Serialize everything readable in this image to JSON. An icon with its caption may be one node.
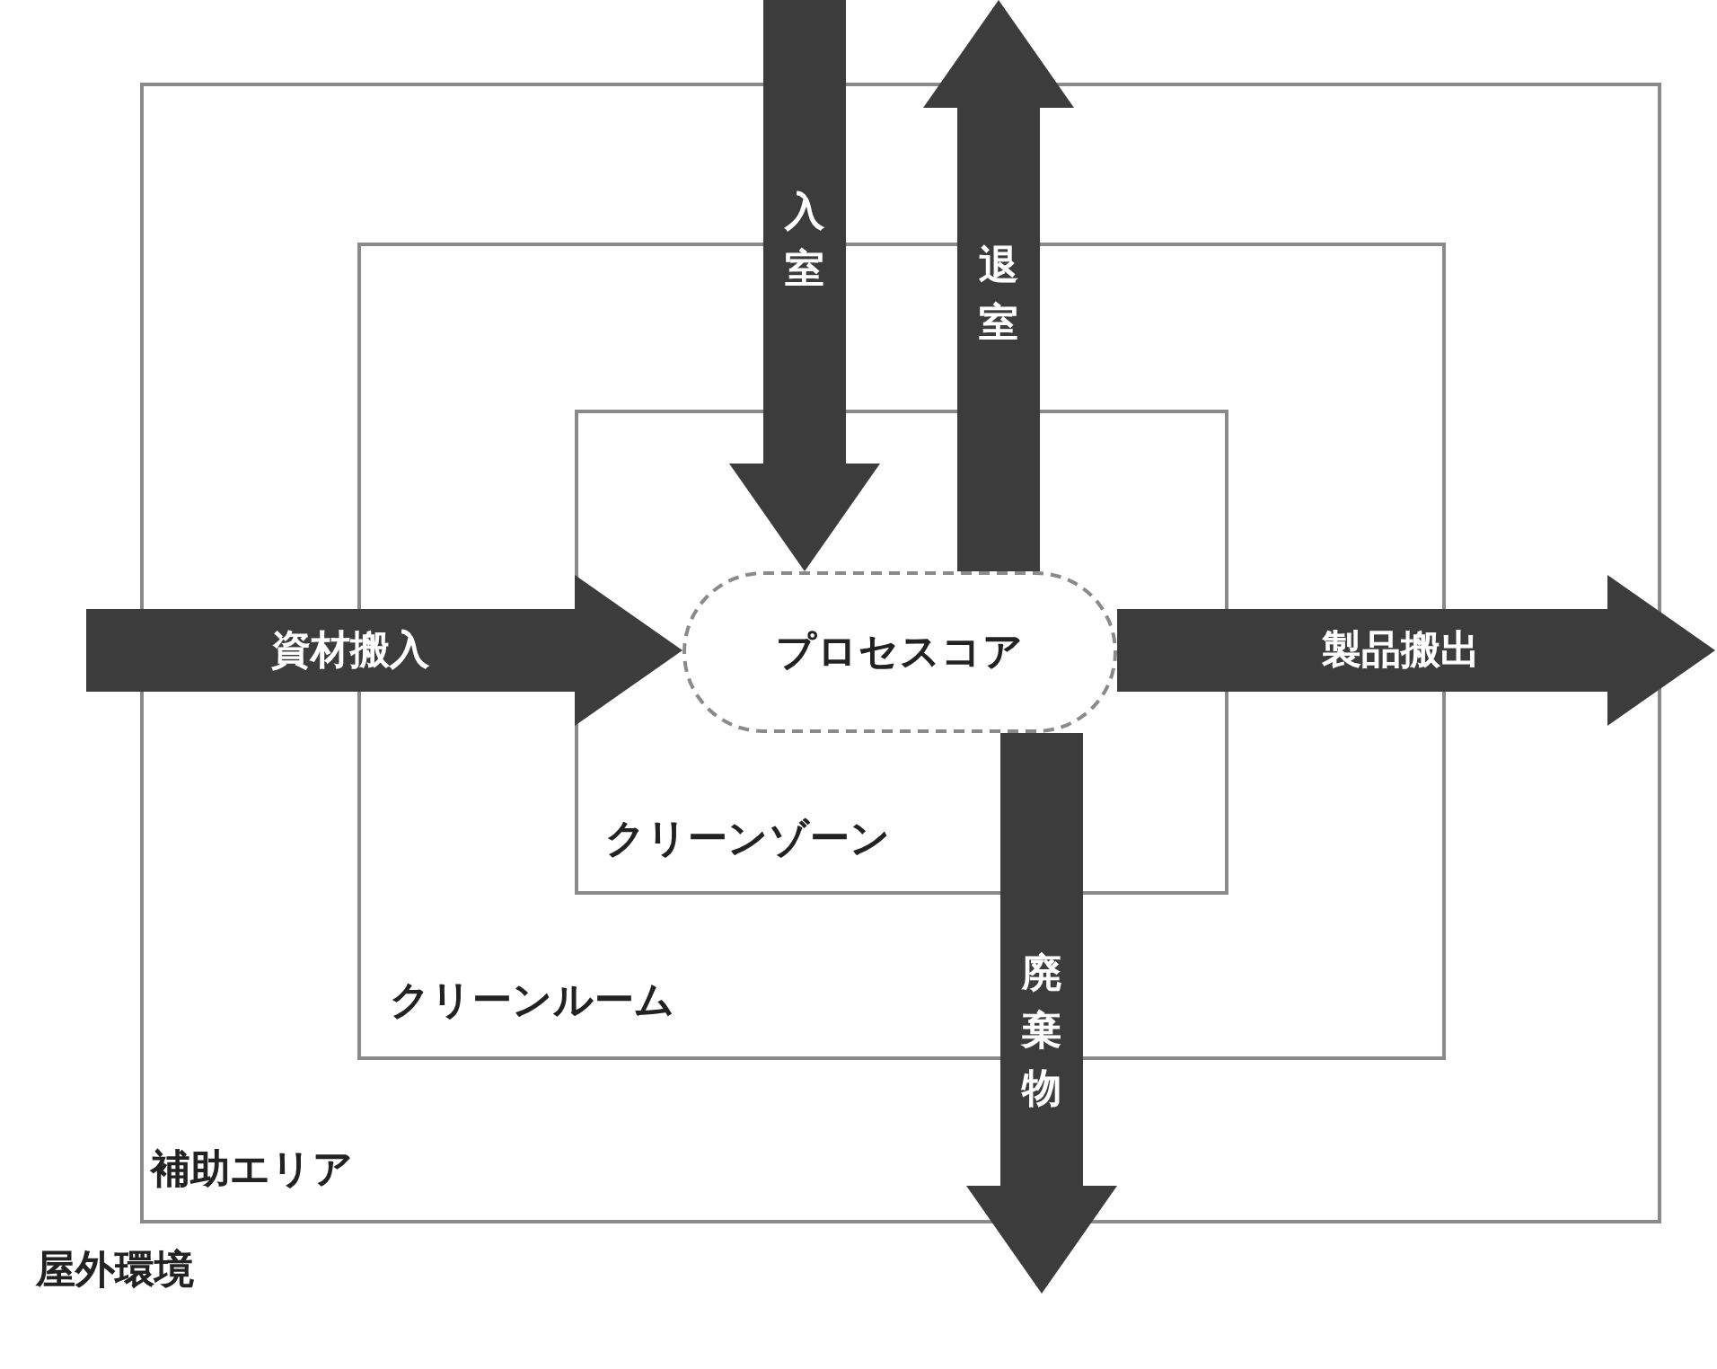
{
  "diagram": {
    "nodes": [
      {
        "text": [
          "補助エリア"
        ]
      },
      {
        "text": [
          "クリーンルーム"
        ],
        "in": 0
      },
      {
        "text": [
          "クリーンゾーン"
        ],
        "in": 1
      },
      {
        "text": [
          "プロセスコア"
        ],
        "in": 2
      }
    ],
    "edges": [
      {
        "from": null,
        "to": 3,
        "arrow": "to",
        "label": "入室"
      },
      {
        "from": 3,
        "to": null,
        "arrow": "to",
        "label": "退室"
      },
      {
        "from": null,
        "to": 3,
        "arrow": "to",
        "label": "資材搬入"
      },
      {
        "from": 3,
        "to": null,
        "arrow": "to",
        "label": "製品搬出"
      },
      {
        "from": 3,
        "to": null,
        "arrow": "to",
        "label": "廃棄物"
      }
    ],
    "labels": [
      "屋外環境"
    ]
  }
}
